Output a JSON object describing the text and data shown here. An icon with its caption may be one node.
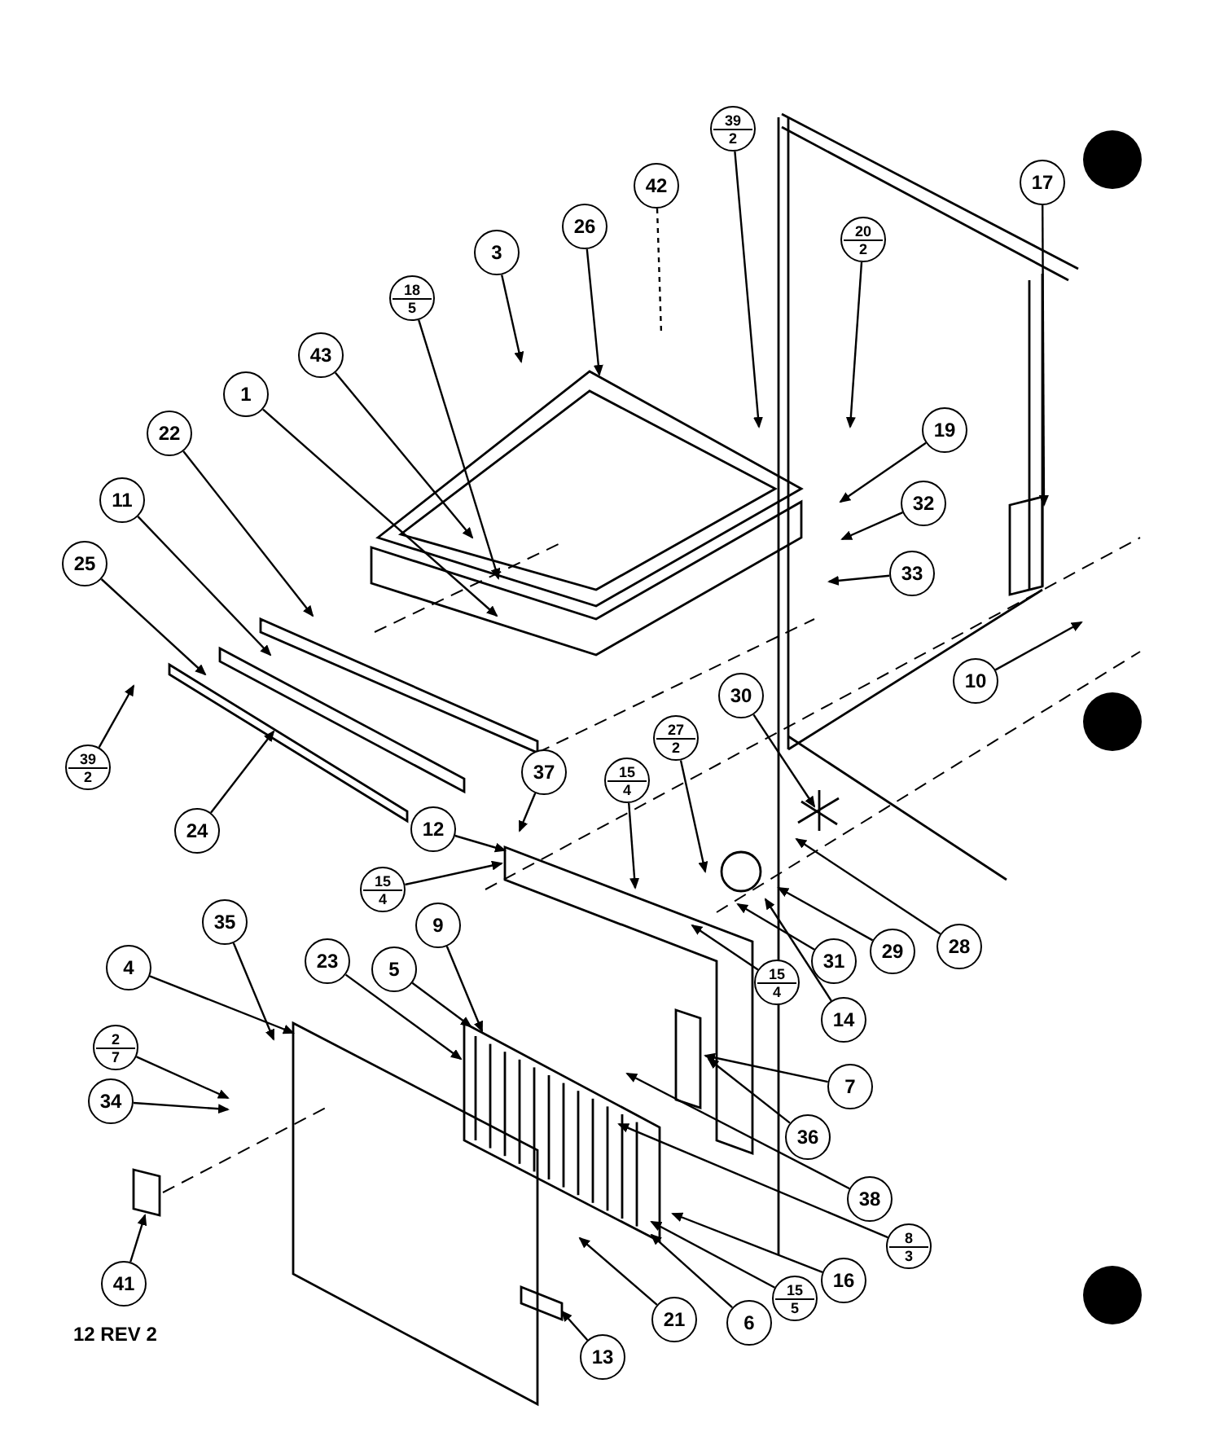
{
  "diagram": {
    "nodes": [
      {
        "text": [
          "39",
          "2"
        ]
      },
      {
        "text": [
          "42"
        ]
      },
      {
        "text": [
          "17"
        ]
      },
      {
        "text": [
          "26"
        ]
      },
      {
        "text": [
          "20",
          "2"
        ]
      },
      {
        "text": [
          "3"
        ]
      },
      {
        "text": [
          "18",
          "5"
        ]
      },
      {
        "text": [
          "43"
        ]
      },
      {
        "text": [
          "1"
        ]
      },
      {
        "text": [
          "22"
        ]
      },
      {
        "text": [
          "19"
        ]
      },
      {
        "text": [
          "11"
        ]
      },
      {
        "text": [
          "32"
        ]
      },
      {
        "text": [
          "25"
        ]
      },
      {
        "text": [
          "33"
        ]
      },
      {
        "text": [
          "10"
        ]
      },
      {
        "text": [
          "30"
        ]
      },
      {
        "text": [
          "39",
          "2"
        ]
      },
      {
        "text": [
          "37"
        ]
      },
      {
        "text": [
          "27",
          "2"
        ]
      },
      {
        "text": [
          "15",
          "4"
        ]
      },
      {
        "text": [
          "24"
        ]
      },
      {
        "text": [
          "12"
        ]
      },
      {
        "text": [
          "15",
          "4"
        ]
      },
      {
        "text": [
          "35"
        ]
      },
      {
        "text": [
          "9"
        ]
      },
      {
        "text": [
          "29"
        ]
      },
      {
        "text": [
          "28"
        ]
      },
      {
        "text": [
          "31"
        ]
      },
      {
        "text": [
          "23"
        ]
      },
      {
        "text": [
          "5"
        ]
      },
      {
        "text": [
          "4"
        ]
      },
      {
        "text": [
          "15",
          "4"
        ]
      },
      {
        "text": [
          "14"
        ]
      },
      {
        "text": [
          "2",
          "7"
        ]
      },
      {
        "text": [
          "7"
        ]
      },
      {
        "text": [
          "34"
        ]
      },
      {
        "text": [
          "36"
        ]
      },
      {
        "text": [
          "38"
        ]
      },
      {
        "text": [
          "8",
          "3"
        ]
      },
      {
        "text": [
          "16"
        ]
      },
      {
        "text": [
          "41"
        ]
      },
      {
        "text": [
          "15",
          "5"
        ]
      },
      {
        "text": [
          "6"
        ]
      },
      {
        "text": [
          "21"
        ]
      },
      {
        "text": [
          "13"
        ]
      }
    ],
    "edges": [
      {
        "from": 0,
        "to": null,
        "arrow": "to"
      },
      {
        "from": 1,
        "to": null,
        "arrow": "none",
        "style": "dashed"
      },
      {
        "from": 2,
        "to": null,
        "arrow": "to"
      },
      {
        "from": 3,
        "to": null,
        "arrow": "to"
      },
      {
        "from": 4,
        "to": null,
        "arrow": "to"
      },
      {
        "from": 5,
        "to": null,
        "arrow": "to"
      },
      {
        "from": 6,
        "to": null,
        "arrow": "to"
      },
      {
        "from": 7,
        "to": null,
        "arrow": "to"
      },
      {
        "from": 8,
        "to": null,
        "arrow": "to"
      },
      {
        "from": 9,
        "to": null,
        "arrow": "to"
      },
      {
        "from": 10,
        "to": null,
        "arrow": "to"
      },
      {
        "from": 11,
        "to": null,
        "arrow": "to"
      },
      {
        "from": 12,
        "to": null,
        "arrow": "to"
      },
      {
        "from": 13,
        "to": null,
        "arrow": "to"
      },
      {
        "from": 14,
        "to": null,
        "arrow": "to"
      },
      {
        "from": 15,
        "to": null,
        "arrow": "to"
      },
      {
        "from": 16,
        "to": null,
        "arrow": "to"
      },
      {
        "from": 17,
        "to": null,
        "arrow": "to"
      },
      {
        "from": 18,
        "to": null,
        "arrow": "to"
      },
      {
        "from": 19,
        "to": null,
        "arrow": "to"
      },
      {
        "from": 20,
        "to": null,
        "arrow": "to"
      },
      {
        "from": 21,
        "to": null,
        "arrow": "to"
      },
      {
        "from": 22,
        "to": null,
        "arrow": "to"
      },
      {
        "from": 23,
        "to": null,
        "arrow": "to"
      },
      {
        "from": 24,
        "to": null,
        "arrow": "to"
      },
      {
        "from": 25,
        "to": null,
        "arrow": "to"
      },
      {
        "from": 26,
        "to": null,
        "arrow": "to"
      },
      {
        "from": 27,
        "to": null,
        "arrow": "to"
      },
      {
        "from": 28,
        "to": null,
        "arrow": "to"
      },
      {
        "from": 29,
        "to": null,
        "arrow": "to"
      },
      {
        "from": 30,
        "to": null,
        "arrow": "to"
      },
      {
        "from": 31,
        "to": null,
        "arrow": "to"
      },
      {
        "from": 32,
        "to": null,
        "arrow": "to"
      },
      {
        "from": 33,
        "to": null,
        "arrow": "to"
      },
      {
        "from": 34,
        "to": null,
        "arrow": "to"
      },
      {
        "from": 35,
        "to": null,
        "arrow": "to"
      },
      {
        "from": 36,
        "to": null,
        "arrow": "to"
      },
      {
        "from": 37,
        "to": null,
        "arrow": "to"
      },
      {
        "from": 38,
        "to": null,
        "arrow": "to"
      },
      {
        "from": 39,
        "to": null,
        "arrow": "to"
      },
      {
        "from": 40,
        "to": null,
        "arrow": "to"
      },
      {
        "from": 41,
        "to": null,
        "arrow": "to"
      },
      {
        "from": 42,
        "to": null,
        "arrow": "to"
      },
      {
        "from": 43,
        "to": null,
        "arrow": "to"
      },
      {
        "from": 44,
        "to": null,
        "arrow": "to"
      },
      {
        "from": 45,
        "to": null,
        "arrow": "to"
      }
    ],
    "labels": [
      "12 REV 2"
    ]
  }
}
